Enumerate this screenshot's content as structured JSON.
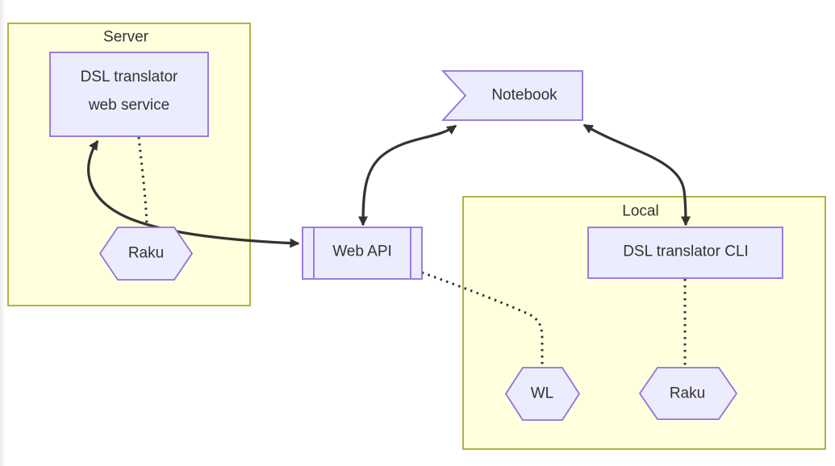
{
  "clusters": {
    "server": {
      "title": "Server"
    },
    "local": {
      "title": "Local"
    }
  },
  "nodes": {
    "web_service": {
      "label": "DSL translator\nweb service",
      "shape": "rectangle"
    },
    "server_raku": {
      "label": "Raku",
      "shape": "hexagon"
    },
    "web_api": {
      "label": "Web API",
      "shape": "subroutine"
    },
    "notebook": {
      "label": "Notebook",
      "shape": "flag"
    },
    "cli": {
      "label": "DSL translator CLI",
      "shape": "rectangle"
    },
    "wl": {
      "label": "WL",
      "shape": "hexagon"
    },
    "local_raku": {
      "label": "Raku",
      "shape": "hexagon"
    }
  },
  "edges": [
    {
      "from": "web_service",
      "to": "server_raku",
      "style": "dotted",
      "arrows": "none"
    },
    {
      "from": "web_api",
      "to": "web_service",
      "style": "solid",
      "arrows": "both"
    },
    {
      "from": "web_api",
      "to": "notebook",
      "style": "solid",
      "arrows": "both"
    },
    {
      "from": "notebook",
      "to": "cli",
      "style": "solid",
      "arrows": "both"
    },
    {
      "from": "web_api",
      "to": "wl",
      "style": "dotted",
      "arrows": "none"
    },
    {
      "from": "cli",
      "to": "local_raku",
      "style": "dotted",
      "arrows": "none"
    }
  ],
  "colors": {
    "node_fill": "#ECECFF",
    "node_border": "#9370DB",
    "cluster_fill": "#FFFFDE",
    "cluster_border": "#AAAA33",
    "edge": "#333333",
    "text": "#333333"
  }
}
